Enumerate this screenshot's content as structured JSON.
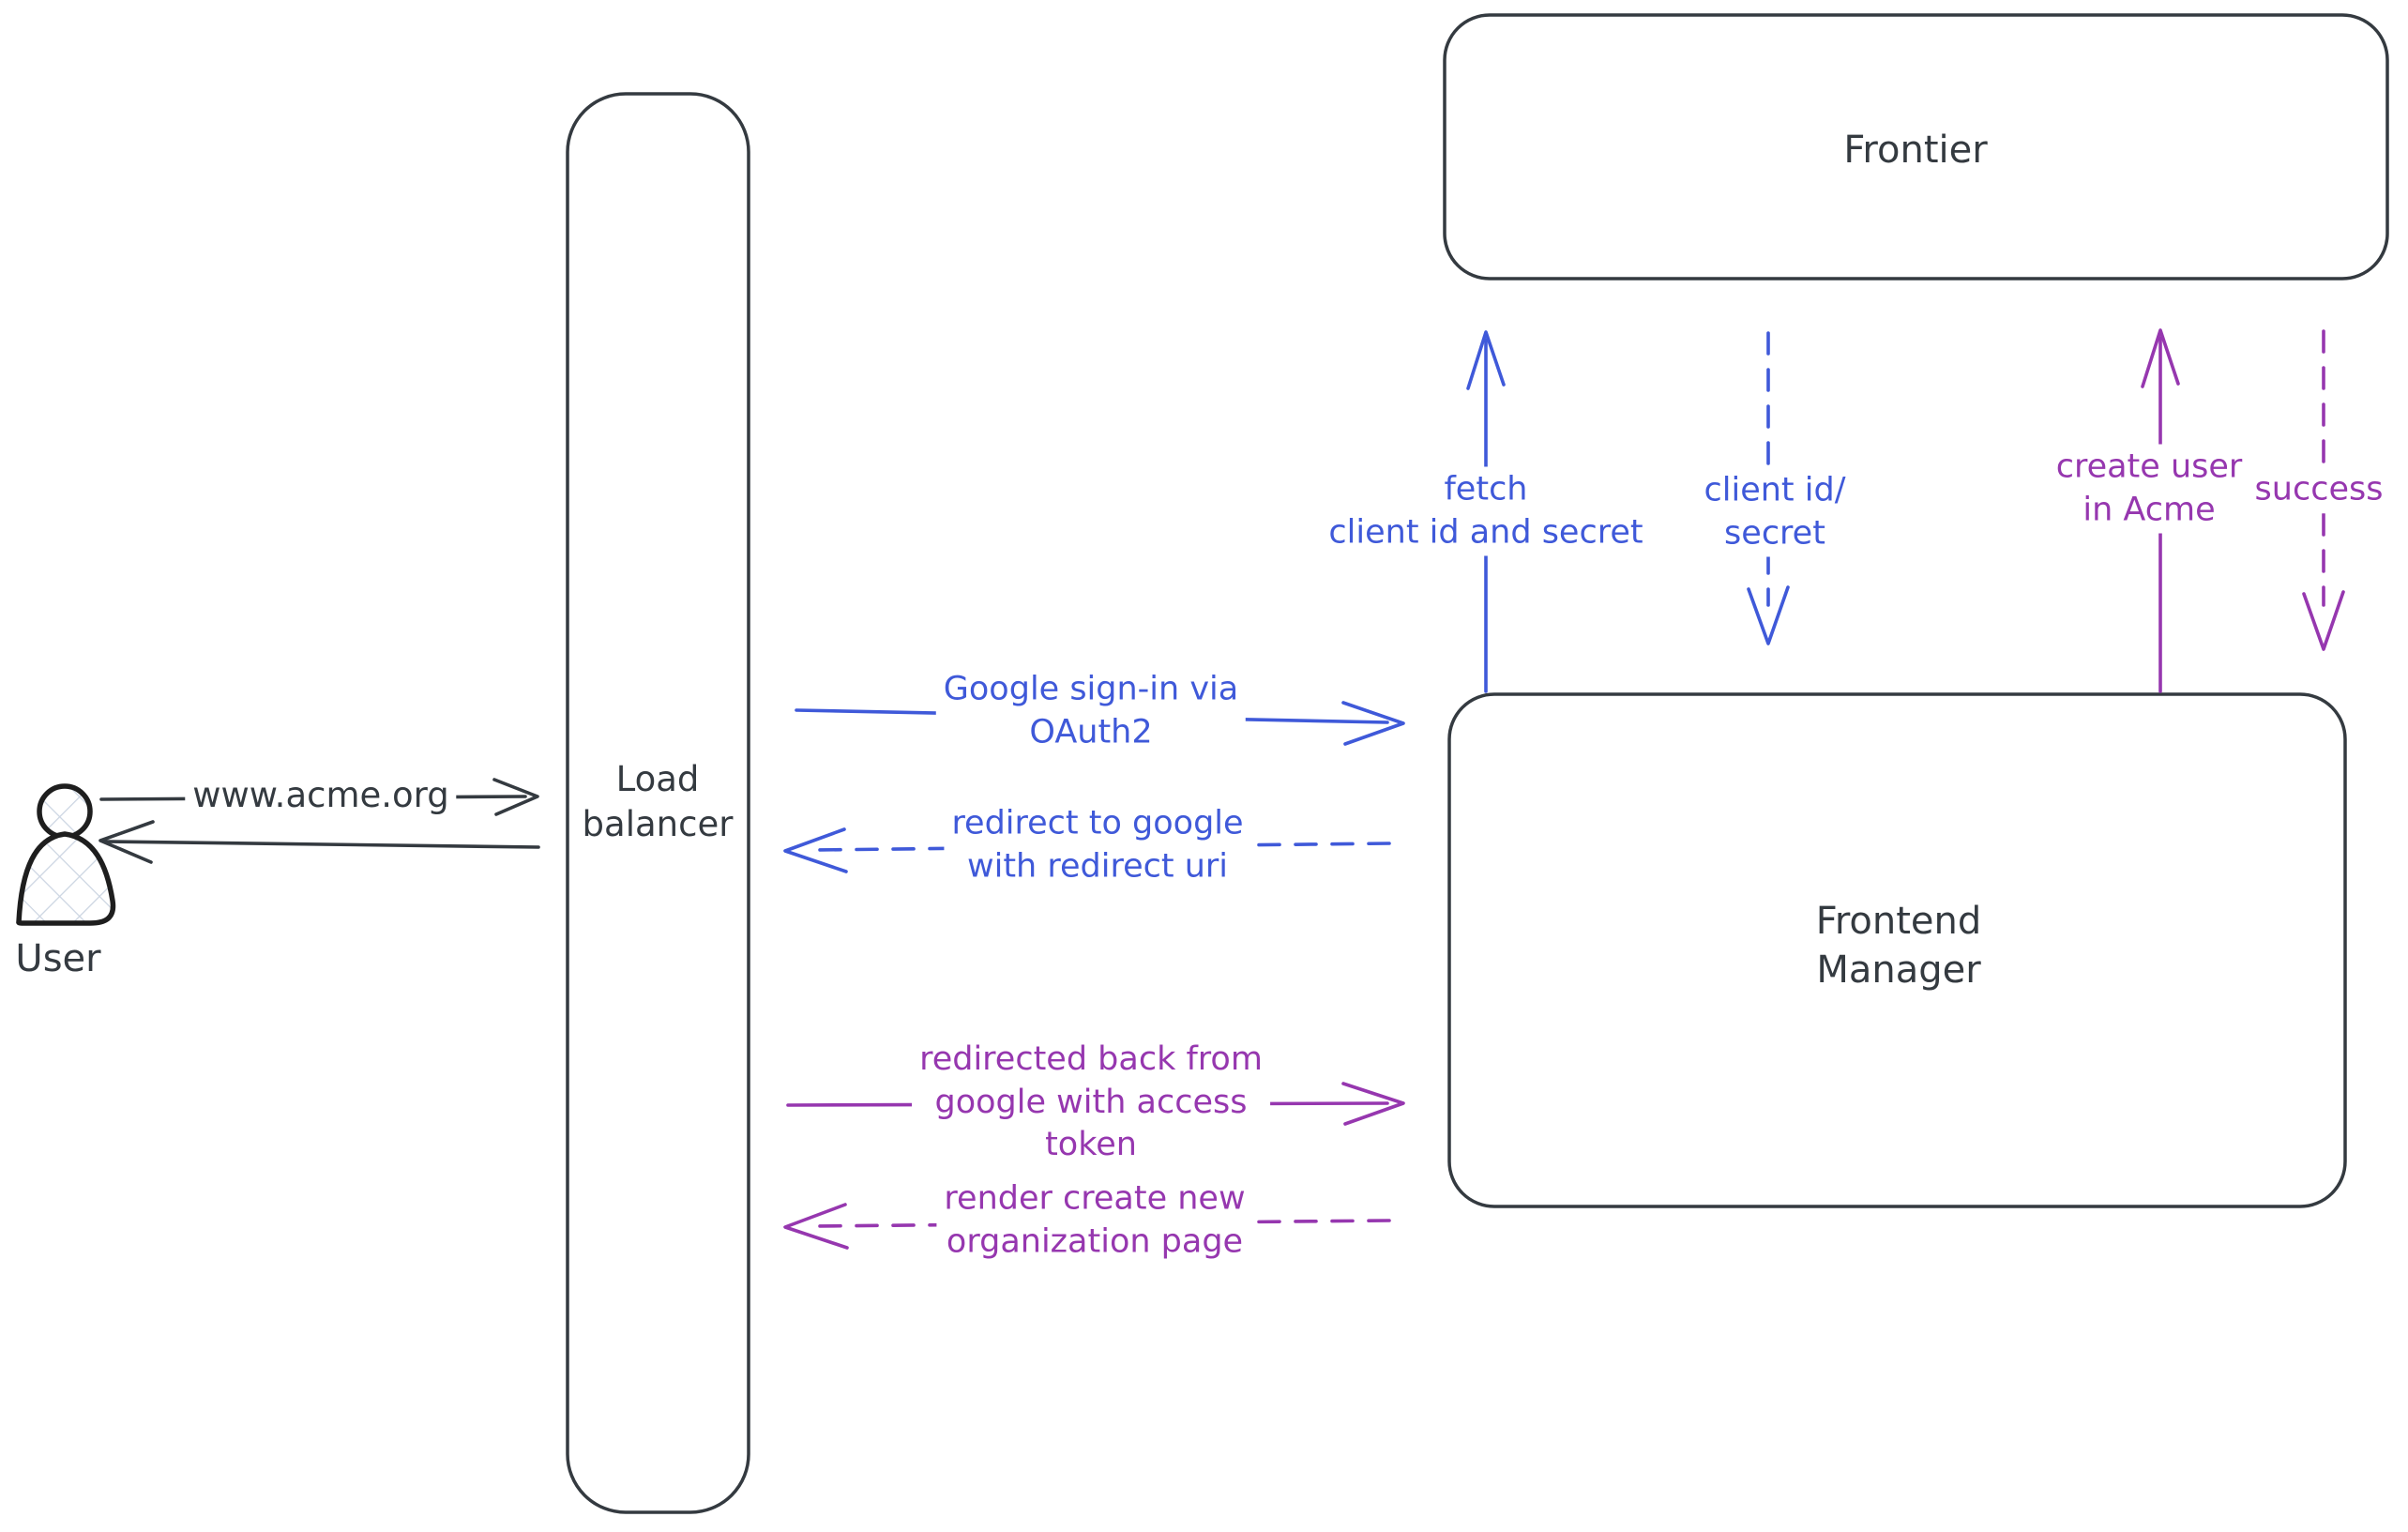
{
  "colors": {
    "dark": "#343a40",
    "blue": "#3f59d9",
    "purple": "#9637af",
    "hatch": "#ccd5e2"
  },
  "nodes": {
    "user": {
      "label": "User"
    },
    "load_balancer": {
      "label": "Load\nbalancer"
    },
    "frontier": {
      "label": "Frontier"
    },
    "frontend_manager": {
      "label": "Frontend\nManager"
    }
  },
  "arrows": {
    "www_acme": {
      "label": "www.acme.org",
      "style": "solid",
      "color": "dark",
      "direction": "right"
    },
    "return_to_user": {
      "label": "",
      "style": "solid",
      "color": "dark",
      "direction": "left"
    },
    "google_signin": {
      "label": "Google sign-in via\nOAuth2",
      "style": "solid",
      "color": "blue",
      "direction": "right"
    },
    "redirect_google": {
      "label": "redirect to google\nwith redirect uri",
      "style": "dashed",
      "color": "blue",
      "direction": "left"
    },
    "fetch_client": {
      "label": "fetch\nclient id and secret",
      "style": "solid",
      "color": "blue",
      "direction": "up"
    },
    "client_id_secret": {
      "label": "client id/\nsecret",
      "style": "dashed",
      "color": "blue",
      "direction": "down"
    },
    "create_user": {
      "label": "create user\nin Acme",
      "style": "solid",
      "color": "purple",
      "direction": "up"
    },
    "success": {
      "label": "success",
      "style": "dashed",
      "color": "purple",
      "direction": "down"
    },
    "redirected_back": {
      "label": "redirected back from\ngoogle with access\ntoken",
      "style": "solid",
      "color": "purple",
      "direction": "right"
    },
    "render_org_page": {
      "label": "render create new\norganization page",
      "style": "dashed",
      "color": "purple",
      "direction": "left"
    }
  }
}
